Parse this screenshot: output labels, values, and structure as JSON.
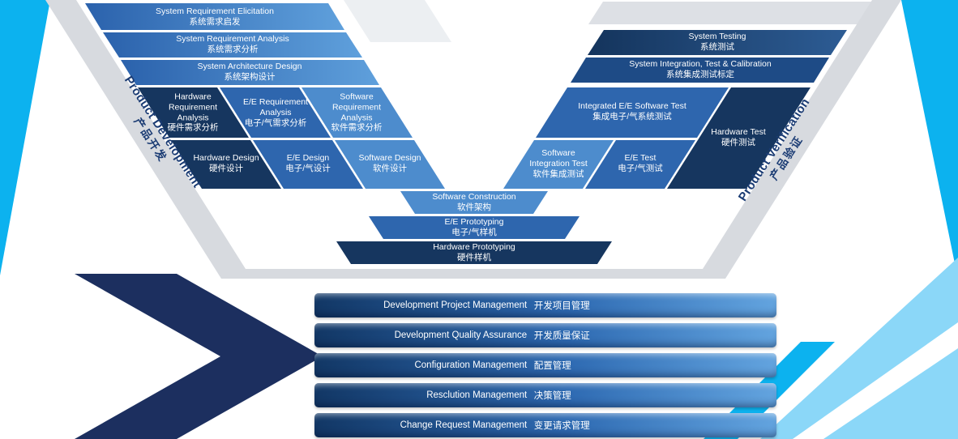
{
  "side_labels": {
    "development": {
      "en": "Product Development",
      "zh": "产品开发"
    },
    "verification": {
      "en": "Product Verification",
      "zh": "产品验证"
    }
  },
  "left": {
    "rows": [
      {
        "en": "System Requirement Elicitation",
        "zh": "系统需求启发"
      },
      {
        "en": "System Requirement Analysis",
        "zh": "系统需求分析"
      },
      {
        "en": "System Architecture Design",
        "zh": "系统架构设计"
      }
    ],
    "tracks": {
      "hardware_req": {
        "en": "Hardware Requirement Analysis",
        "zh": "硬件需求分析"
      },
      "ee_req": {
        "en": "E/E Requirement Analysis",
        "zh": "电子/气需求分析"
      },
      "software_req": {
        "en": "Software Requirement Analysis",
        "zh": "软件需求分析"
      },
      "hardware_design": {
        "en": "Hardware Design",
        "zh": "硬件设计"
      },
      "ee_design": {
        "en": "E/E Design",
        "zh": "电子/气设计"
      },
      "software_design": {
        "en": "Software Design",
        "zh": "软件设计"
      }
    }
  },
  "bottom": {
    "software_construction": {
      "en": "Software Construction",
      "zh": "软件架构"
    },
    "ee_prototyping": {
      "en": "E/E Prototyping",
      "zh": "电子/气样机"
    },
    "hardware_prototyping": {
      "en": "Hardware Prototyping",
      "zh": "硬件样机"
    }
  },
  "right": {
    "rows": [
      {
        "en": "System Testing",
        "zh": "系统测试"
      },
      {
        "en": "System Integration, Test & Calibration",
        "zh": "系统集成测试标定"
      }
    ],
    "cells": {
      "integrated_ee_sw_test": {
        "en": "Integrated E/E Software Test",
        "zh": "集成电子/气系统测试"
      },
      "hardware_test": {
        "en": "Hardware Test",
        "zh": "硬件测试"
      },
      "software_integration_test": {
        "en": "Software Integration Test",
        "zh": "软件集成测试"
      },
      "ee_test": {
        "en": "E/E Test",
        "zh": "电子/气测试"
      }
    }
  },
  "management_bars": [
    {
      "en": "Development Project Management",
      "zh": "开发项目管理"
    },
    {
      "en": "Development Quality Assurance",
      "zh": "开发质量保证"
    },
    {
      "en": "Configuration Management",
      "zh": "配置管理"
    },
    {
      "en": "Resclution Management",
      "zh": "决策管理"
    },
    {
      "en": "Change Request Management",
      "zh": "变更请求管理"
    }
  ],
  "colors": {
    "cyan": "#0CB2EF",
    "light_blue": "#8BD7F8",
    "navy_dark": "#16365F",
    "navy": "#1E4B86",
    "blue_mid": "#2E66AE",
    "blue_light": "#4D8CCD",
    "gray_band": "#D7DADF",
    "arrow_navy": "#1C2F5F",
    "label_navy": "#1B3C74"
  }
}
